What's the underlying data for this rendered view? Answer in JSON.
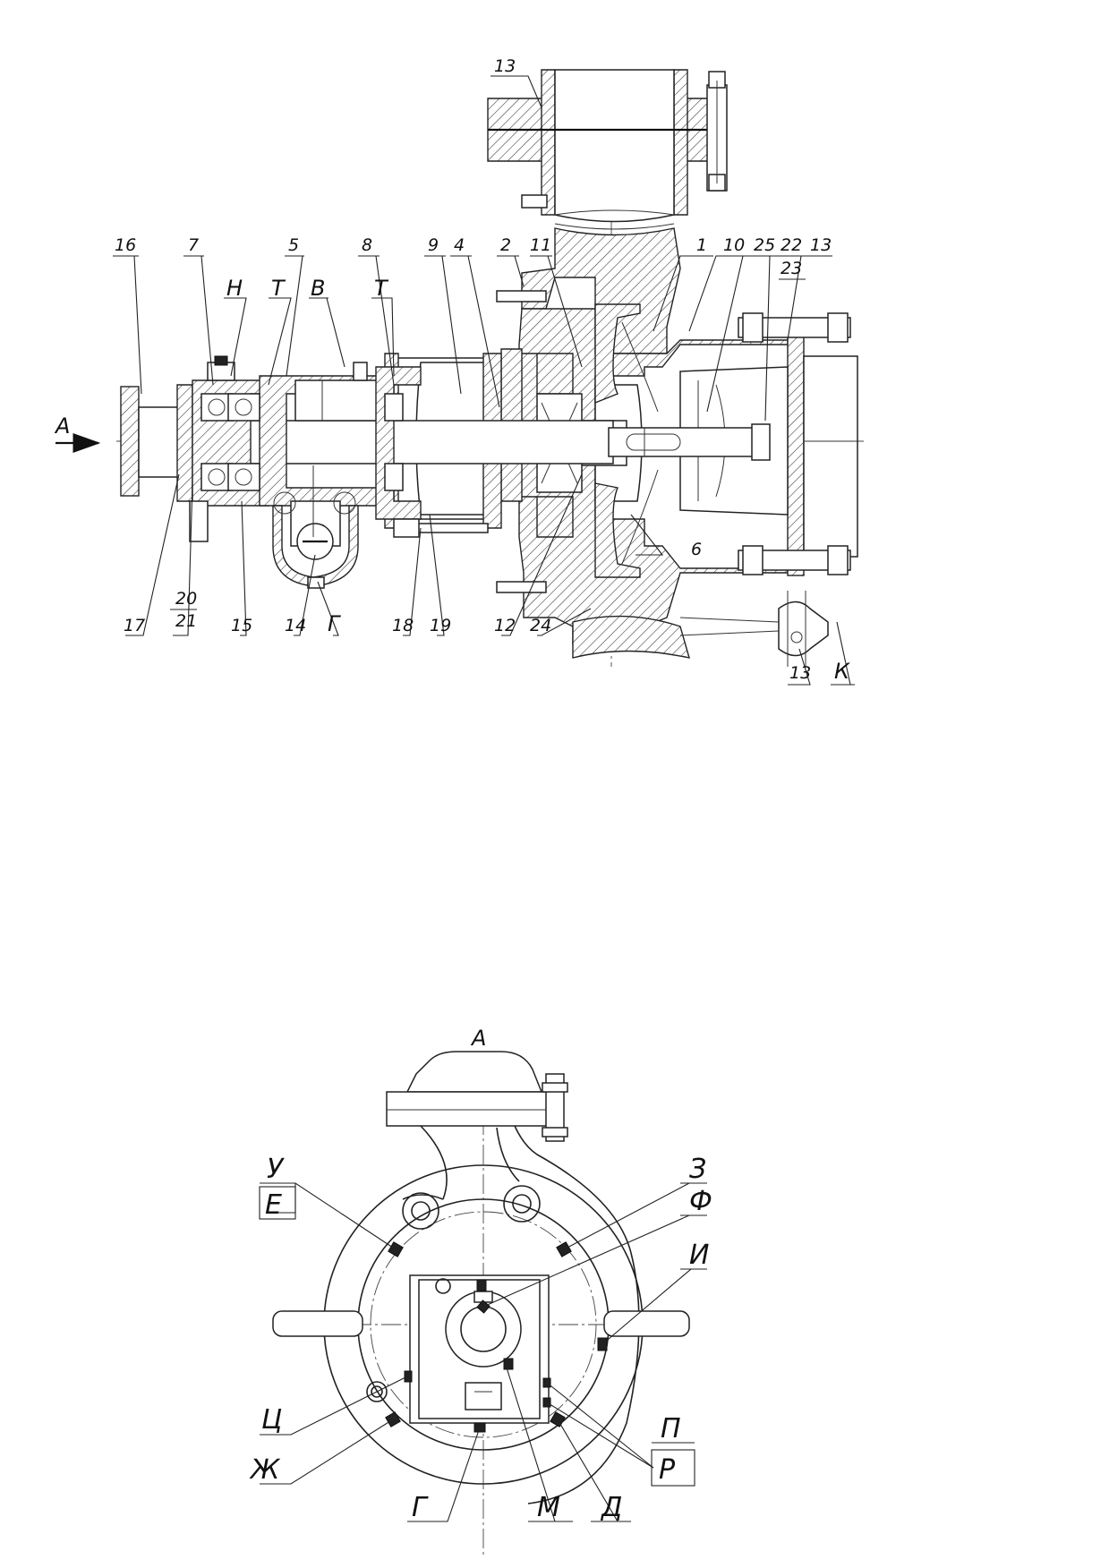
{
  "section_view": {
    "view_arrow_label": "А",
    "callouts_top": [
      "16",
      "7",
      "Н",
      "Т",
      "5",
      "В",
      "Т",
      "8",
      "9",
      "4",
      "2",
      "11",
      "1",
      "10",
      "25",
      "22",
      "23",
      "13"
    ],
    "callout_outlet_flange": "13",
    "callouts_bottom": [
      "17",
      "20",
      "21",
      "15",
      "14",
      "Г",
      "18",
      "19",
      "12",
      "24",
      "13",
      "К"
    ],
    "callout_inner": "6"
  },
  "end_view": {
    "title": "А",
    "left_labels": [
      "У",
      "Е",
      "Ц",
      "Ж"
    ],
    "right_labels": [
      "З",
      "Ф",
      "И",
      "П",
      "Р"
    ],
    "bottom_labels": [
      "Г",
      "М",
      "Д"
    ]
  }
}
